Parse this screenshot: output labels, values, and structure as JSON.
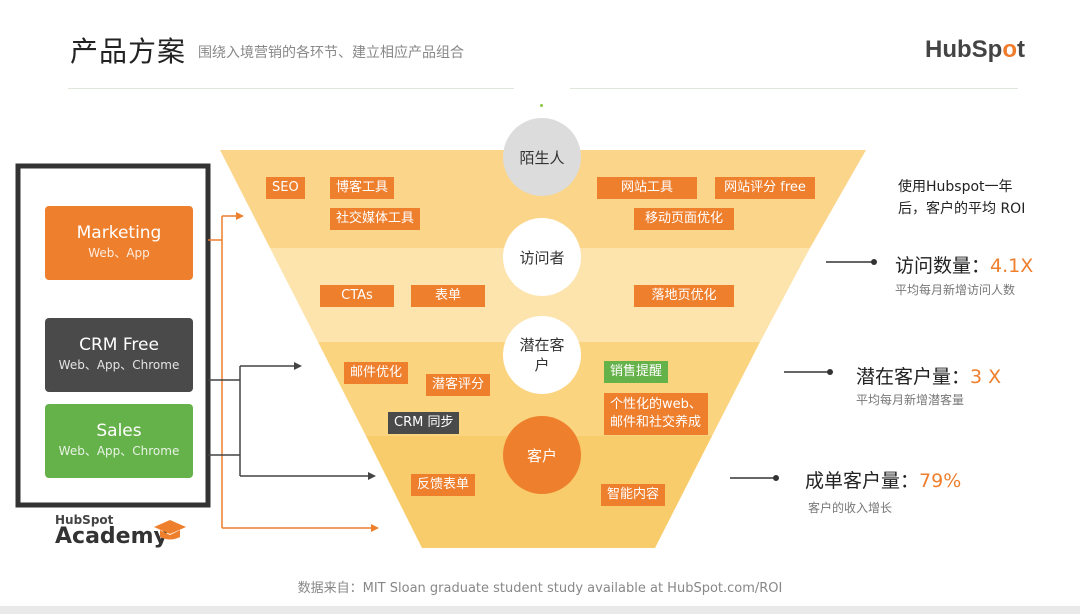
{
  "header": {
    "title": "产品方案",
    "subtitle": "围绕入境营销的各环节、建立相应产品组合",
    "logo_text_1": "HubSp",
    "logo_text_2": "o",
    "logo_text_3": "t"
  },
  "products": [
    {
      "name": "Marketing",
      "platforms": "Web、App",
      "color": "#ee7f2d"
    },
    {
      "name": "CRM Free",
      "platforms": "Web、App、Chrome",
      "color": "#4a4a4a"
    },
    {
      "name": "Sales",
      "platforms": "Web、App、Chrome",
      "color": "#65b14a"
    }
  ],
  "stages": [
    "陌生人",
    "访问者",
    "潜在客户",
    "客户"
  ],
  "tags": {
    "seo": "SEO",
    "blog": "博客工具",
    "social": "社交媒体工具",
    "website": "网站工具",
    "grader": "网站评分 free",
    "mobile": "移动页面优化",
    "ctas": "CTAs",
    "forms": "表单",
    "landing": "落地页优化",
    "email_opt": "邮件优化",
    "lead_score": "潜客评分",
    "sales_alert": "销售提醒",
    "personal_1": "个性化的web、",
    "personal_2": "邮件和社交养成",
    "crm_sync": "CRM 同步",
    "feedback": "反馈表单",
    "smart_content": "智能内容"
  },
  "intro": {
    "line1": "使用Hubspot一年",
    "line2": "后，客户的平均 ROI"
  },
  "metrics": [
    {
      "label": "访问数量：",
      "value": "4.1X",
      "sub": "平均每月新增访问人数"
    },
    {
      "label": "潜在客户量：",
      "value": "3 X",
      "sub": "平均每月新增潜客量"
    },
    {
      "label": "成单客户量：",
      "value": "79%",
      "sub": "客户的收入增长"
    }
  ],
  "academy": {
    "top": "HubSpot",
    "bottom": "Academy"
  },
  "footer": "数据来自：MIT Sloan graduate student study available at HubSpot.com/ROI",
  "colors": {
    "orange": "#ee7f2d",
    "green": "#65b14a",
    "dark": "#4a4a4a",
    "funnel_1": "#fbd58a",
    "funnel_2": "#fce0a3",
    "funnel_3": "#fbd47f",
    "funnel_4": "#f9cd6d"
  }
}
